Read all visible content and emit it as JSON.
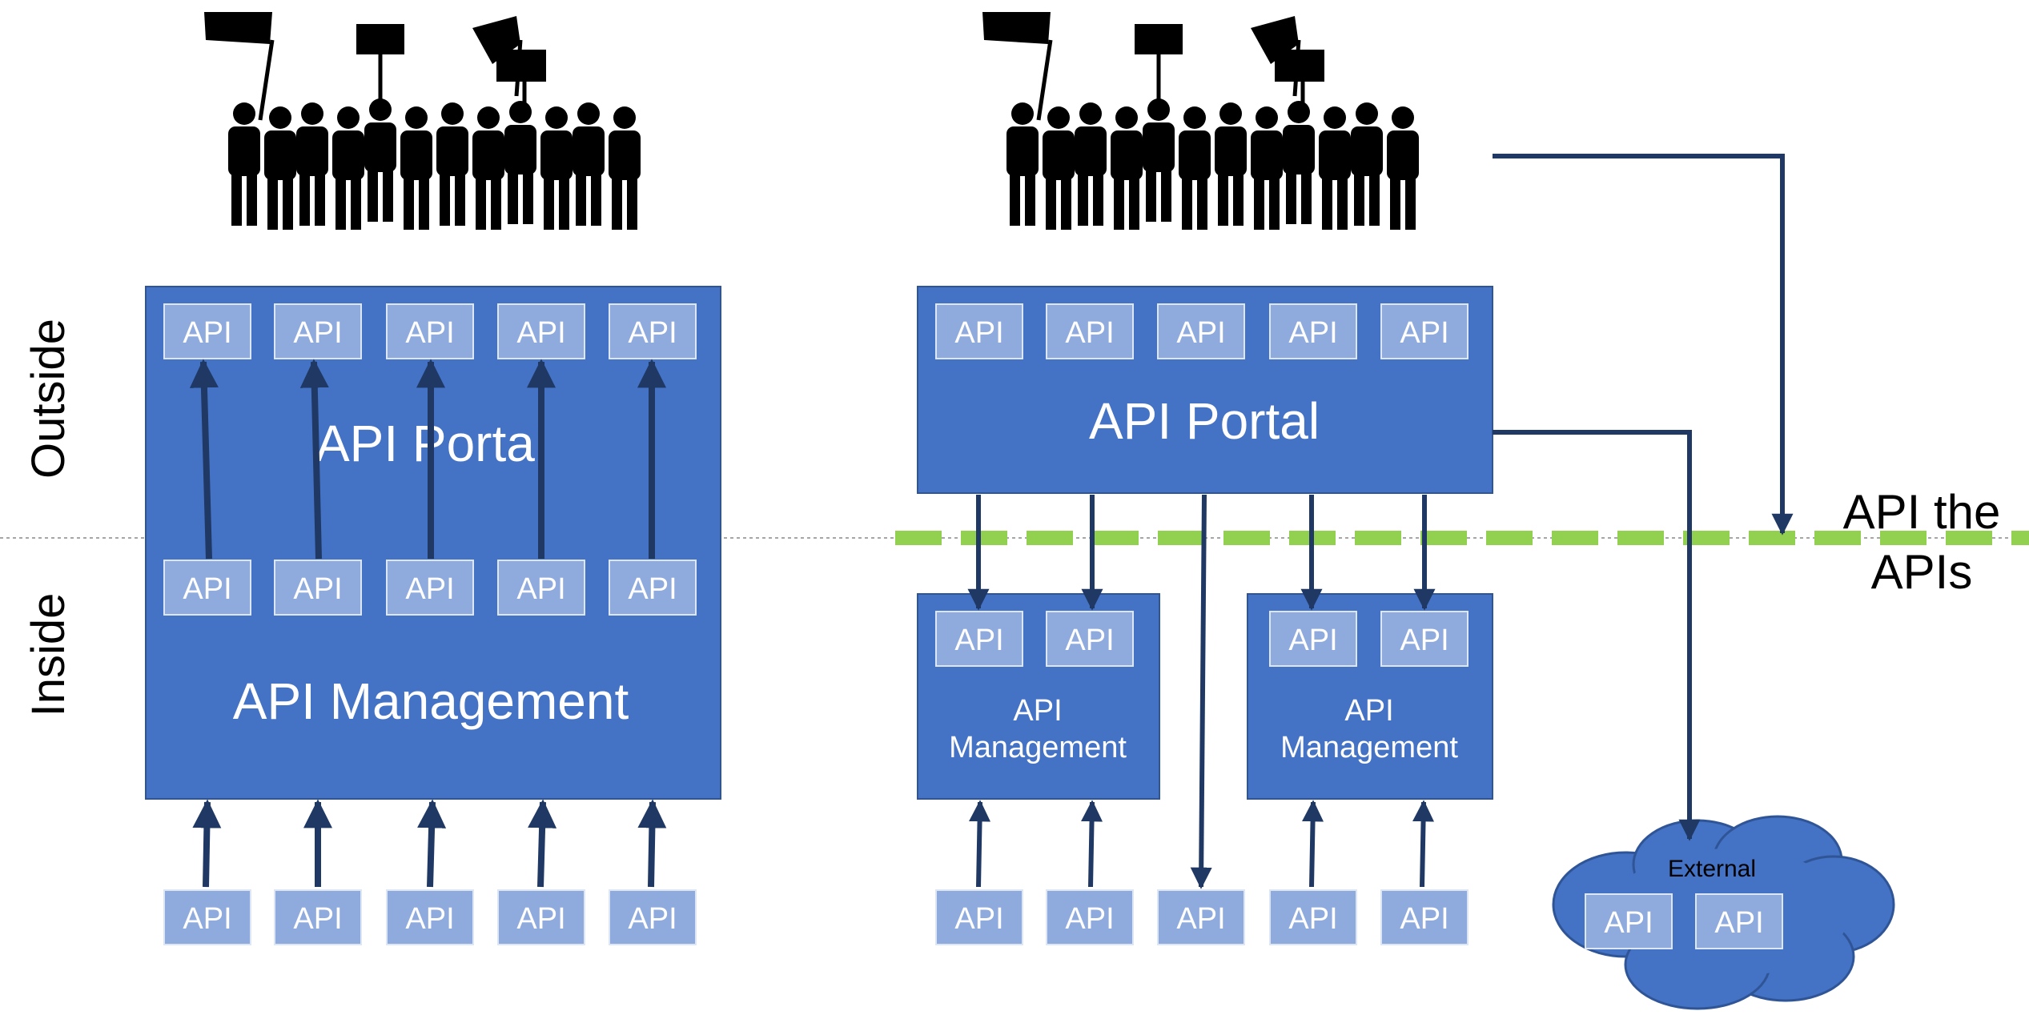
{
  "side_labels": {
    "outside": "Outside",
    "inside": "Inside"
  },
  "api_label": "API",
  "left": {
    "portal_label": "API Portal",
    "management_label": "API Management"
  },
  "right": {
    "portal_label": "API Portal",
    "management_label_line1": "API",
    "management_label_line2": "Management",
    "external_label": "External"
  },
  "boundary_label": {
    "line1": "API the",
    "line2": "APIs"
  },
  "icons": {
    "crowd": "protest-crowd-icon",
    "cloud": "cloud-icon"
  },
  "colors": {
    "box": "#4472c4",
    "box_border": "#2f5597",
    "api_tile": "#8faadc",
    "api_tile_border": "#dce6f5",
    "arrow": "#1f3864",
    "boundary_dash": "#92d050",
    "divider": "#a6a6a6"
  }
}
